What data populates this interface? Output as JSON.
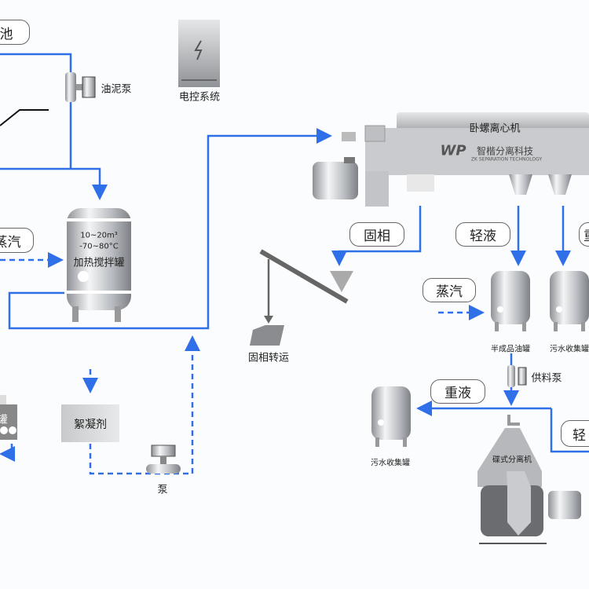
{
  "labels": {
    "pool_partial": "池",
    "sludge_pump": "油泥泵",
    "control_system": "电控系统",
    "steam_left": "蒸汽",
    "tank_volume": "10~20m³",
    "tank_temp": "-70~80°C",
    "heating_tank": "加热搅拌罐",
    "decanter": "卧螺离心机",
    "brand_name": "智楷分离科技",
    "brand_en": "ZK SEPARATION TECHNOLOGY",
    "brand_logo": "WP",
    "solid_phase": "固相",
    "light_liquid": "轻液",
    "heavy_partial": "重",
    "steam_right": "蒸汽",
    "semi_oil_tank": "半成品油罐",
    "sewage_tank_1": "污水收集罐",
    "solid_transport": "固相转运",
    "feed_pump": "供料泵",
    "heavy_liquid": "重液",
    "sewage_tank_2": "污水收集罐",
    "light_partial": "轻",
    "disc_separator": "碟式分离机",
    "flocculant": "絮凝剂",
    "pump": "泵",
    "tank_partial": "罐"
  },
  "colors": {
    "flow": "#2f6fe8",
    "steel": "#a9acb0"
  }
}
